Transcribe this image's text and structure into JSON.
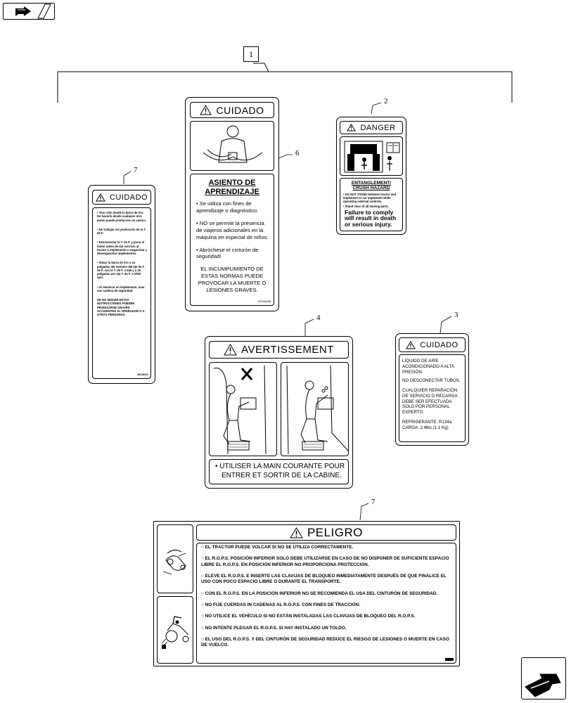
{
  "callouts": {
    "group": "1",
    "c_danger": "2",
    "c_cuidado_small": "3",
    "c_avert": "4",
    "c_asiento": "6",
    "c_left": "7",
    "c_peligro": "7"
  },
  "decal_left": {
    "header": "CUIDADO",
    "items": [
      "Tirar sólo desde la barra de tiro. De hacerlo desde cualquier otro punto puede producirse un vuelco.",
      "No trabajar sin protección de la T. de F.",
      "Desconectar la T. de F. y parar el motor antes de dar servicio al tractor o implemento o enganchar y desenganchar implementos.",
      "Situar la barra de tiro a 14 pulgadas del extremo del eje de T. de F. con la T. de F. a 540 y a 16 pulgadas por eje T. de F. a 1000 rpm.",
      "Al remolcar un implemento, usar una cadena de seguridad."
    ],
    "warning": "DE NO SEGUIR ESTAS INSTRUCCIONES PUEDEN PRODUCIRSE GRAVES ACCIDENTES AL OPERADOR O A OTRAS PERSONAS.",
    "part_no": "86018200"
  },
  "decal_asiento": {
    "header": "CUIDADO",
    "title_line1": "ASIENTO DE",
    "title_line2": "APRENDIZAJE",
    "items": [
      "Se utiliza con fines de aprendizaje o diagnóstico.",
      "NO se permite la presencia de viajeros adicionales en la máquina en especial de niños.",
      "Abróchese el cinturón de seguridad!"
    ],
    "warning": "EL INCUMPLIMIENTO DE ESTAS NORMAS PUEDE PROVOCAR LA MUERTE O LESIONES GRAVES.",
    "part_no": "82028488"
  },
  "decal_danger": {
    "header": "DANGER",
    "title_line1": "ENTANGLEMENT/",
    "title_line2": "CRUSH HAZARD",
    "items": [
      "DO NOT STAND between tractor and implement or car implement while operating external controls.",
      "Stand clear of all moving parts."
    ],
    "warning_line1": "Failure to comply",
    "warning_line2": "will result in death",
    "warning_line3": "or serious injury."
  },
  "decal_avert": {
    "header": "AVERTISSEMENT",
    "text_line1": "UTILISER LA MAIN COURANTE POUR",
    "text_line2": "ENTRER ET SORTIR DE LA CABINE."
  },
  "decal_cuidado_small": {
    "header": "CUIDADO",
    "p1": "LIQUIDO DE AIRE ACONDICIONADO A ALTA PRESIÓN.",
    "p2": "NO DESCONECTAR TUBOS.",
    "p3": "CUALQUIER REPARACIÓN DE SERVICIO O RECARGA DEBE SER EFECTUADA SOLO POR PERSONAL EXPERTO.",
    "ref1": "REFRIGERANTE: R134a",
    "ref2": "CARGA: 2.4lbs (1.1 Kg)"
  },
  "decal_peligro": {
    "header": "PELIGRO",
    "items": [
      "EL TRACTOR PUEDE VOLCAR SI NO SE UTILIZA CORRECTAMENTE.",
      "EL R.O.P.S. POSICIÓN INFERIOR SOLO DEBE UTILIZARSE EN CASO DE NO DISPONER DE SUFICIENTE ESPACIO LIBRE EL R.O.P.S. EN POSICIÓN INFERIOR NO PROPORCIONA PROTECCIÓN.",
      "ELEVE EL R.O.P.S. E INSERTE LAS CLAVIJAS DE BLOQUEO INMEDIATAMENTE DESPUÉS DE QUE FINALICE EL USO CON POCO ESPACIO LIBRE O DURANTE EL TRANSPORTE.",
      "CON EL R.O.P.S. EN LA POSICIÓN INFERIOR NO SE RECOMIENDA EL USA DEL CINTURÓN DE SEGURIDAD.",
      "NO FIJE CUERDAS IN CADENAS AL R.O.P.S. CON FINES DE TRACCIÓN.",
      "NO UTILICE EL VEHÍCULO SI NO ESTÁN INSTALADAS LAS CLAVIJAS DE BLOQUEO DEL R.O.P.S.",
      "NO INTENTE PLEGAR EL R.O.P.S. SI HAY INSTALADO UN TOLDO.",
      "EL USO DEL R.O.P.S. Y DEL CINTURÓN DE SEGURIDAD REDUCE EL RIESGO DE LESIONES O MUERTE EN CASO DE VUELCO."
    ]
  },
  "icons": {
    "top_nav": "arrow-right-icon",
    "bottom_nav": "arrow-left-down-icon"
  }
}
